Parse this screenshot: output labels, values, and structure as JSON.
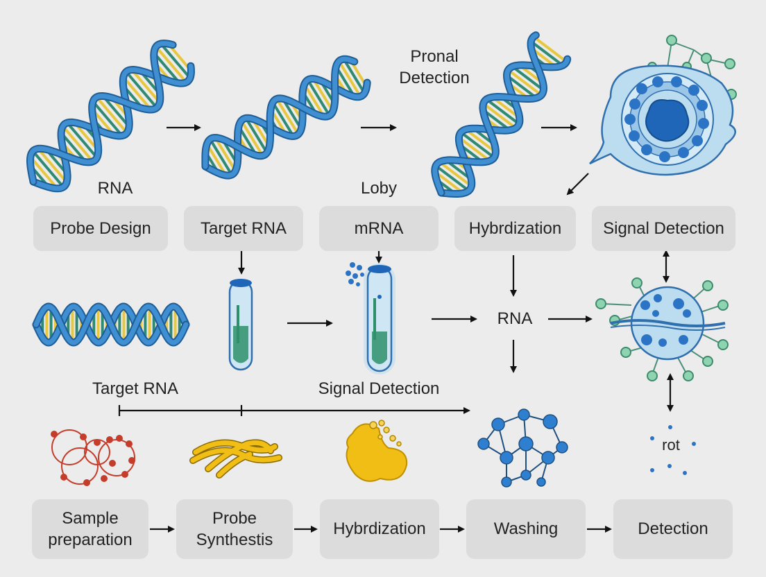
{
  "top_row": {
    "rna_label": "RNA",
    "pronal_label": "Pronal\nDetection",
    "loby_label": "Loby"
  },
  "boxes_row1": {
    "probe_design": "Probe Design",
    "target_rna": "Target RNA",
    "mrna": "mRNA",
    "hybrdization": "Hybrdization",
    "signal_detection": "Signal Detection"
  },
  "middle_row": {
    "rna_label": "RNA",
    "target_rna_label": "Target RNA",
    "signal_detection_label": "Signal Detection",
    "rot_label": "rot"
  },
  "bottom_row": {
    "sample_preparation": "Sample\npreparation",
    "probe_synthesis": "Probe\nSynthestis",
    "hybrdization": "Hybrdization",
    "washing": "Washing",
    "detection": "Detection"
  },
  "colors": {
    "background": "#ececec",
    "box": "#dcdcdc",
    "helix_blue": "#3f8fd2",
    "helix_dark": "#1e5d96",
    "rung_yellow": "#e8c740",
    "rung_green": "#2f8a74",
    "cell_light": "#bcdcf0",
    "cell_dark": "#1f66b8",
    "node_green": "#8fd4b0",
    "network_blue": "#2e7fcf",
    "red": "#c63c2a",
    "yellow": "#f0be14"
  }
}
